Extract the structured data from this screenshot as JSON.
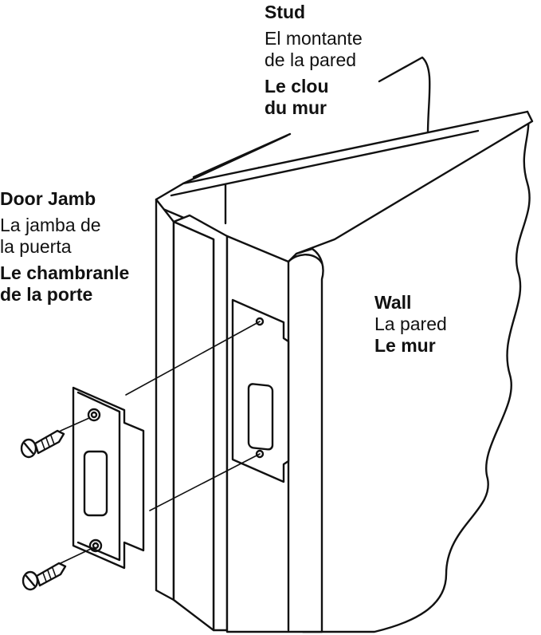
{
  "labels": {
    "stud": {
      "en": "Stud",
      "es_1": "El montante",
      "es_2": "de la pared",
      "fr_1": "Le clou",
      "fr_2": "du mur"
    },
    "door_jamb": {
      "en": "Door Jamb",
      "es_1": "La jamba de",
      "es_2": "la puerta",
      "fr_1": "Le chambranle",
      "fr_2": "de la porte"
    },
    "wall": {
      "en": "Wall",
      "es": "La pared",
      "fr": "Le mur"
    }
  },
  "colors": {
    "line": "#111111",
    "fill": "#ffffff"
  }
}
